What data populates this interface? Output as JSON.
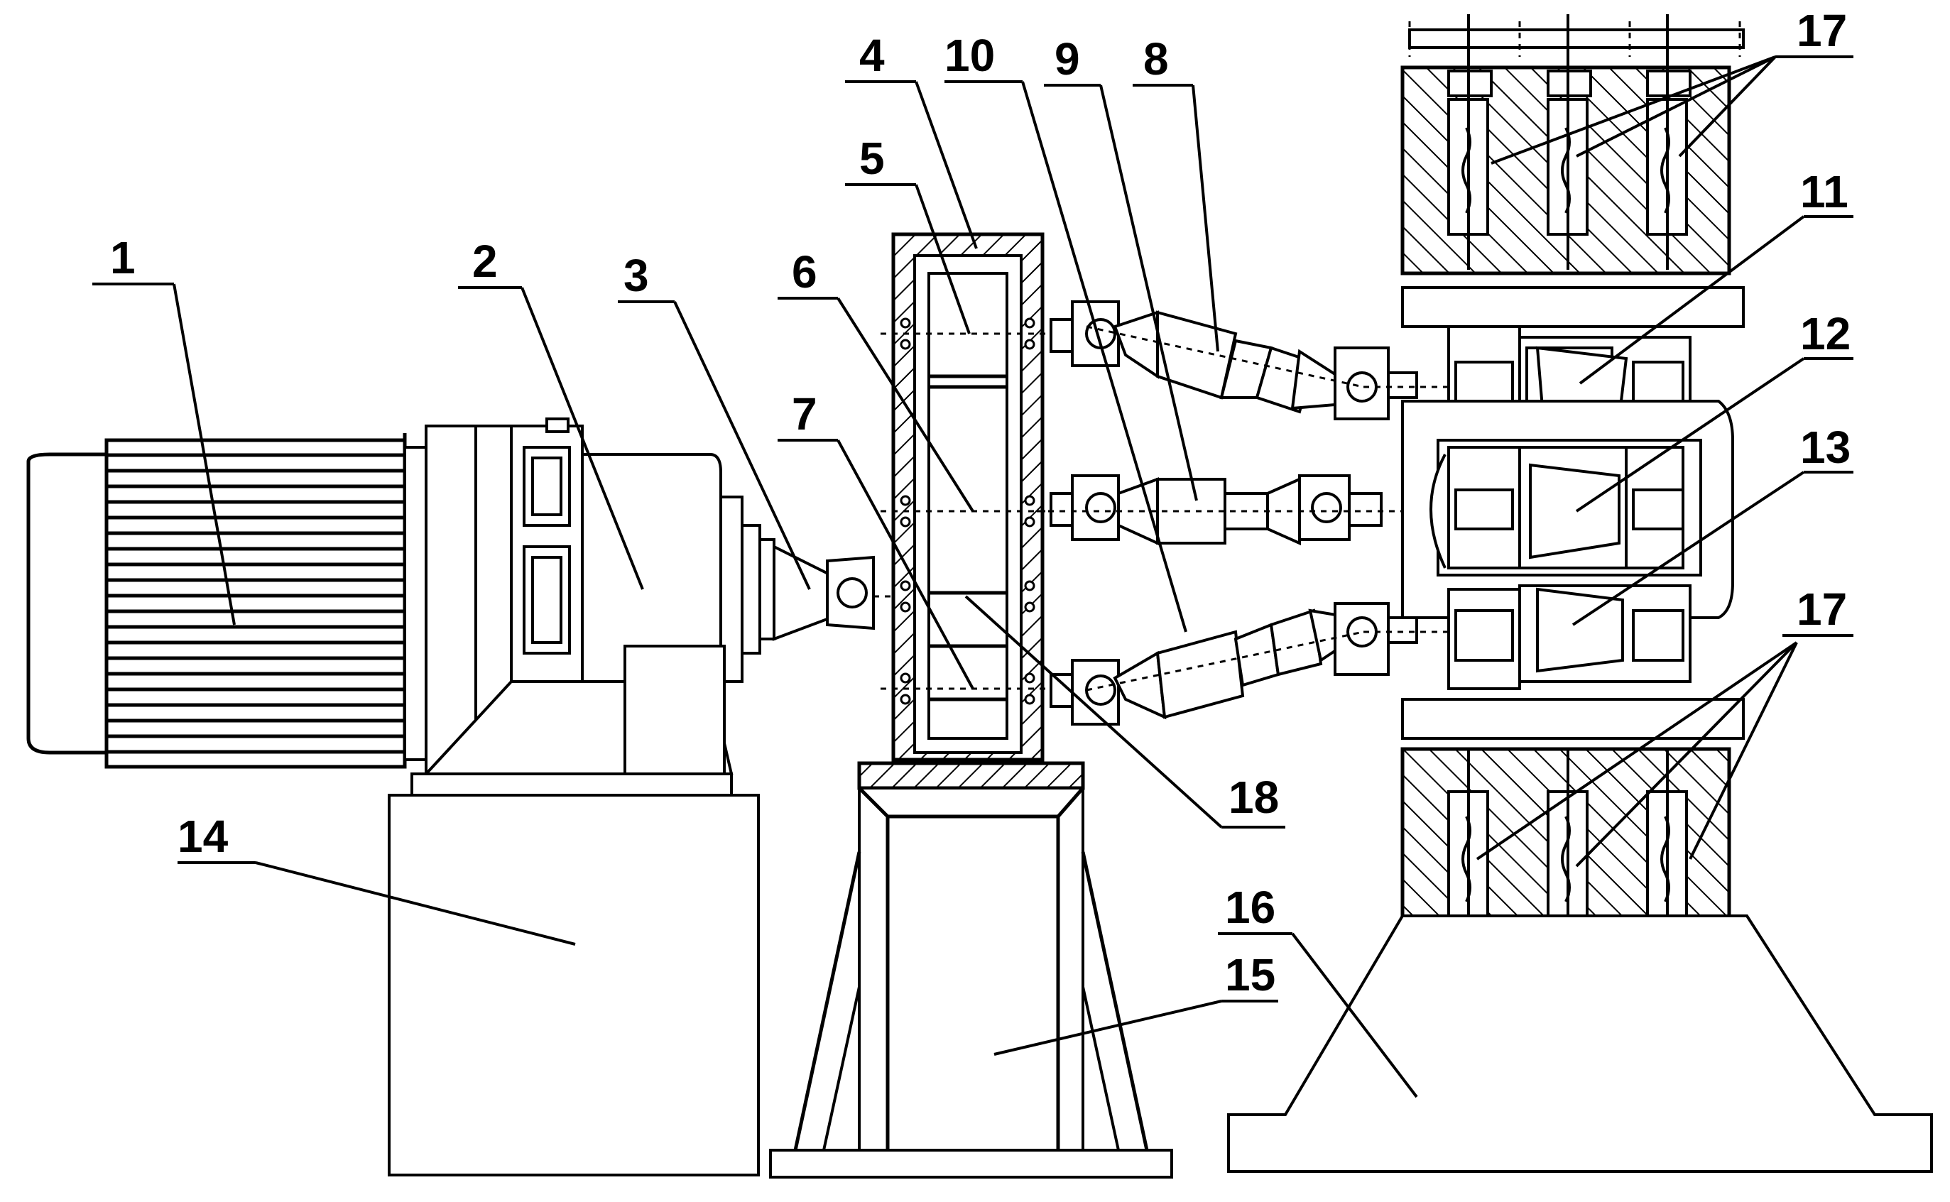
{
  "diagram": {
    "labels": [
      {
        "id": "1",
        "text": "1"
      },
      {
        "id": "2",
        "text": "2"
      },
      {
        "id": "3",
        "text": "3"
      },
      {
        "id": "4",
        "text": "4"
      },
      {
        "id": "5",
        "text": "5"
      },
      {
        "id": "6",
        "text": "6"
      },
      {
        "id": "7",
        "text": "7"
      },
      {
        "id": "8",
        "text": "8"
      },
      {
        "id": "9",
        "text": "9"
      },
      {
        "id": "10",
        "text": "10"
      },
      {
        "id": "11",
        "text": "11"
      },
      {
        "id": "12",
        "text": "12"
      },
      {
        "id": "13",
        "text": "13"
      },
      {
        "id": "14",
        "text": "14"
      },
      {
        "id": "15",
        "text": "15"
      },
      {
        "id": "16",
        "text": "16"
      },
      {
        "id": "17a",
        "text": "17"
      },
      {
        "id": "17b",
        "text": "17"
      },
      {
        "id": "18",
        "text": "18"
      }
    ]
  }
}
